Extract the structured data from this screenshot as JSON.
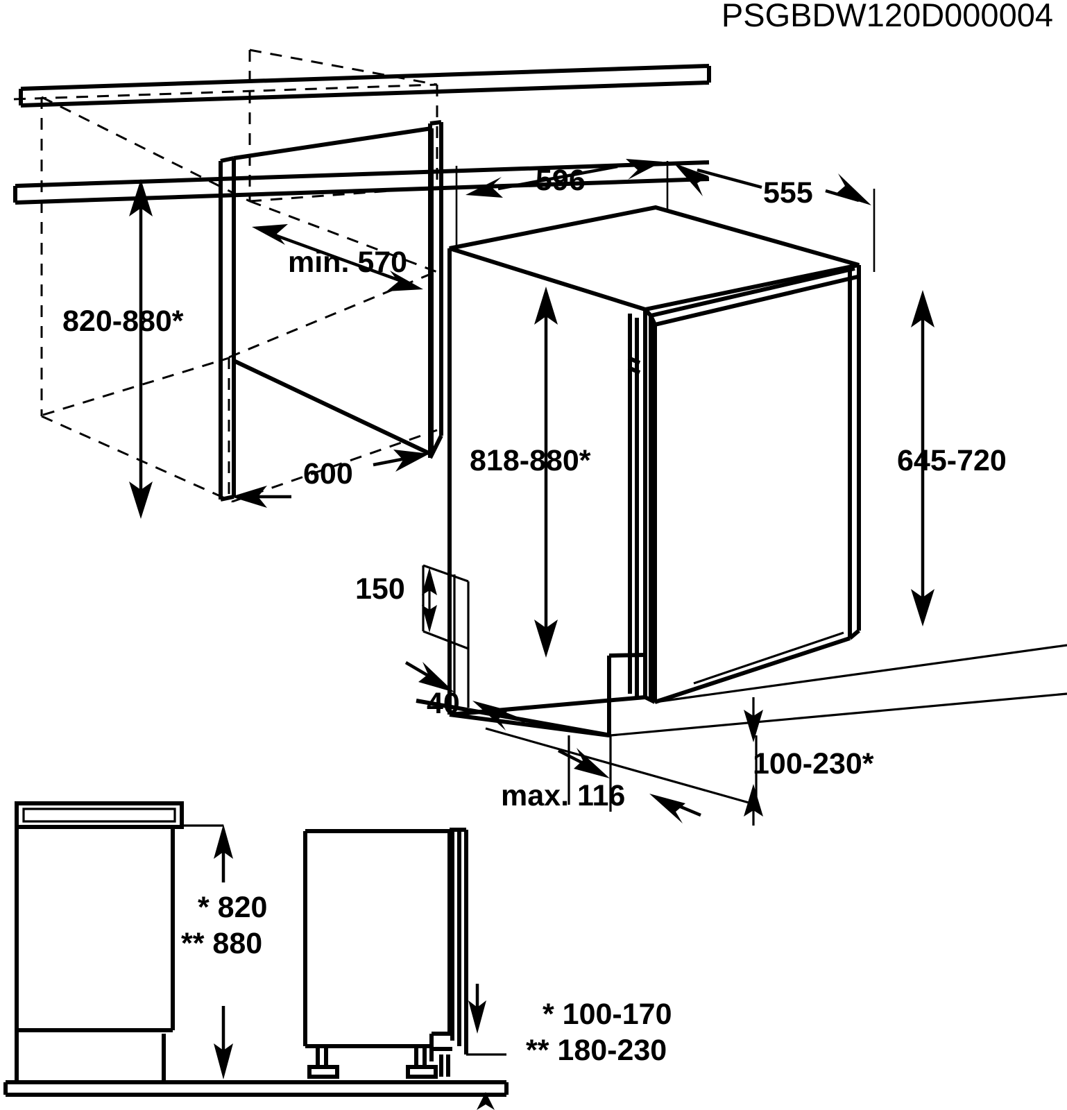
{
  "drawing": {
    "title": "PSGBDW120D000004",
    "subject": "built-in-dishwasher-installation-dimensions",
    "units": "mm",
    "views": [
      {
        "id": "main-perspective",
        "name": "isometric-niche-and-appliance"
      },
      {
        "id": "front-section",
        "name": "front-section-worktop-height"
      },
      {
        "id": "side-section",
        "name": "side-section-door-panel"
      }
    ],
    "dimensions": {
      "niche_height": "820-880*",
      "niche_depth_min": "min. 570",
      "niche_width": "600",
      "appliance_width_top": "596",
      "appliance_depth_top": "555",
      "appliance_height": "818-880*",
      "door_panel_height": "645-720",
      "plinth_recess_height": "150",
      "plinth_offset": "40",
      "door_panel_thickness_max": "max. 116",
      "plinth_height_range": "100-230*"
    },
    "front_section_labels": {
      "single_star": "* 820",
      "double_star": "** 880"
    },
    "footnotes": {
      "single_star": "* 100-170",
      "double_star": "** 180-230"
    },
    "colors": {
      "line": "#000000",
      "background": "#ffffff"
    }
  }
}
